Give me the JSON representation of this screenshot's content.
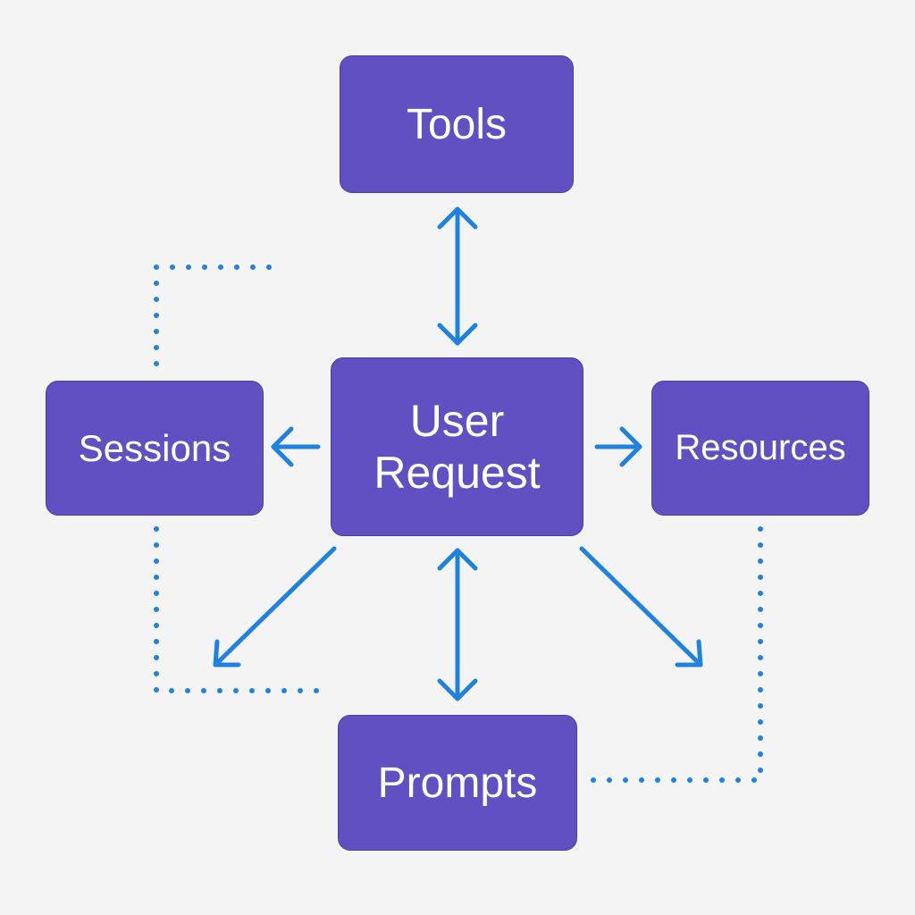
{
  "diagram": {
    "nodes": {
      "tools": {
        "label": "Tools"
      },
      "user_request": {
        "label_line1": "User",
        "label_line2": "Request"
      },
      "sessions": {
        "label": "Sessions"
      },
      "resources": {
        "label": "Resources"
      },
      "prompts": {
        "label": "Prompts"
      }
    },
    "edges": [
      {
        "from": "user_request",
        "to": "tools",
        "style": "double-arrow"
      },
      {
        "from": "user_request",
        "to": "prompts",
        "style": "double-arrow"
      },
      {
        "from": "user_request",
        "to": "sessions",
        "style": "arrow"
      },
      {
        "from": "user_request",
        "to": "resources",
        "style": "arrow"
      },
      {
        "from": "user_request",
        "to": "bottom-left",
        "style": "arrow"
      },
      {
        "from": "user_request",
        "to": "bottom-right",
        "style": "arrow"
      },
      {
        "from": "sessions",
        "to": "top",
        "style": "dotted"
      },
      {
        "from": "sessions",
        "to": "bottom",
        "style": "dotted"
      },
      {
        "from": "resources",
        "to": "prompts",
        "style": "dotted"
      }
    ],
    "colors": {
      "node_fill": "#6150c2",
      "node_text": "#ffffff",
      "connector": "#1f82e0",
      "background": "#f4f4f5"
    }
  }
}
